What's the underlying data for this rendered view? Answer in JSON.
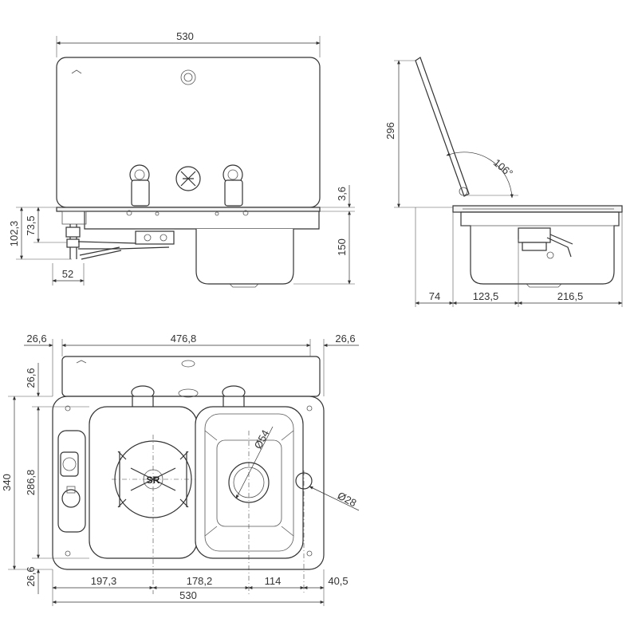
{
  "dimensions": {
    "front_width": "530",
    "lid_gap": "3,6",
    "sink_depth": "150",
    "left_total_height": "102,3",
    "left_inner_height": "73,5",
    "left_offset": "52",
    "side_height": "296",
    "lid_angle": "106°",
    "side_left": "74",
    "side_mid": "123,5",
    "side_right": "216,5",
    "top_left_margin": "26,6",
    "top_inner_width": "476,8",
    "top_right_margin": "26,6",
    "top_upper_margin": "26,6",
    "top_height": "340",
    "top_inner_height": "286,8",
    "top_lower_margin": "26,6",
    "drain_diameter": "Ø54",
    "tap_hole_diameter": "Ø28",
    "bottom_a": "197,3",
    "bottom_b": "178,2",
    "bottom_c": "114",
    "bottom_d": "40,5",
    "bottom_total": "530",
    "burner_label": "SR"
  }
}
